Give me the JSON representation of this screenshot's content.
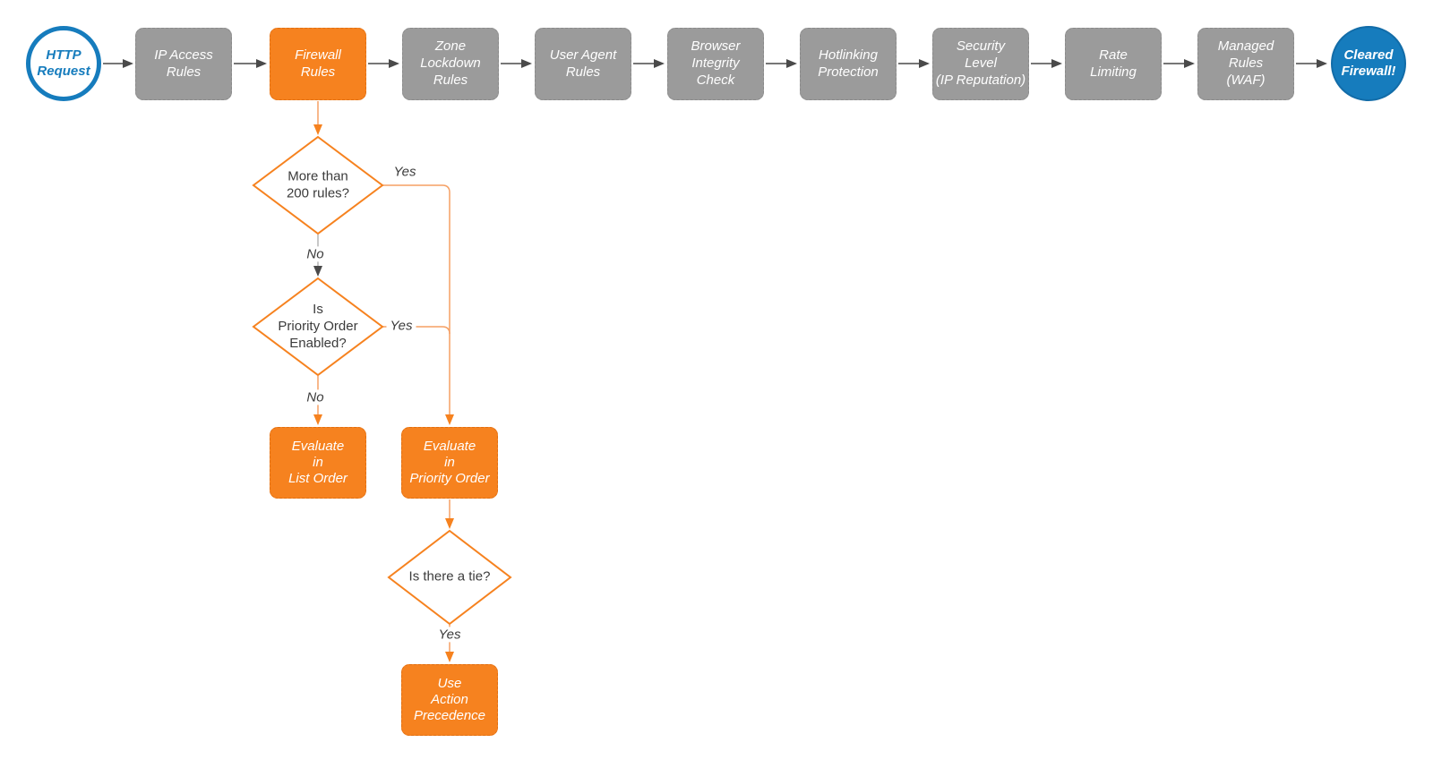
{
  "title": "Cloudflare firewall request-evaluation flowchart",
  "colors": {
    "accent_orange": "#F6821F",
    "orange_line": "#F5A064",
    "accent_blue": "#167CBD",
    "stage_gray": "#9B9B9B",
    "arrow_gray": "#4A4A4A",
    "text_dark": "#3B3B3B",
    "node_text": "#FFFFFF"
  },
  "flow": {
    "start_label": "HTTP\nRequest",
    "end_label": "Cleared\nFirewall!",
    "stages": [
      {
        "label": "IP Access\nRules"
      },
      {
        "label": "Firewall\nRules"
      },
      {
        "label": "Zone\nLockdown\nRules"
      },
      {
        "label": "User Agent\nRules"
      },
      {
        "label": "Browser\nIntegrity\nCheck"
      },
      {
        "label": "Hotlinking\nProtection"
      },
      {
        "label": "Security\nLevel\n(IP Reputation)"
      },
      {
        "label": "Rate\nLimiting"
      },
      {
        "label": "Managed\nRules\n(WAF)"
      }
    ],
    "decisions": [
      {
        "label": "More than\n200 rules?"
      },
      {
        "label": "Is\nPriority Order\nEnabled?"
      },
      {
        "label": "Is there a tie?"
      }
    ],
    "actions": [
      {
        "label": "Evaluate\nin\nList Order"
      },
      {
        "label": "Evaluate\nin\nPriority Order"
      },
      {
        "label": "Use\nAction\nPrecedence"
      }
    ],
    "edge_labels": {
      "d1_yes": "Yes",
      "d1_no": "No",
      "d2_yes": "Yes",
      "d2_no": "No",
      "d3_yes": "Yes"
    }
  }
}
